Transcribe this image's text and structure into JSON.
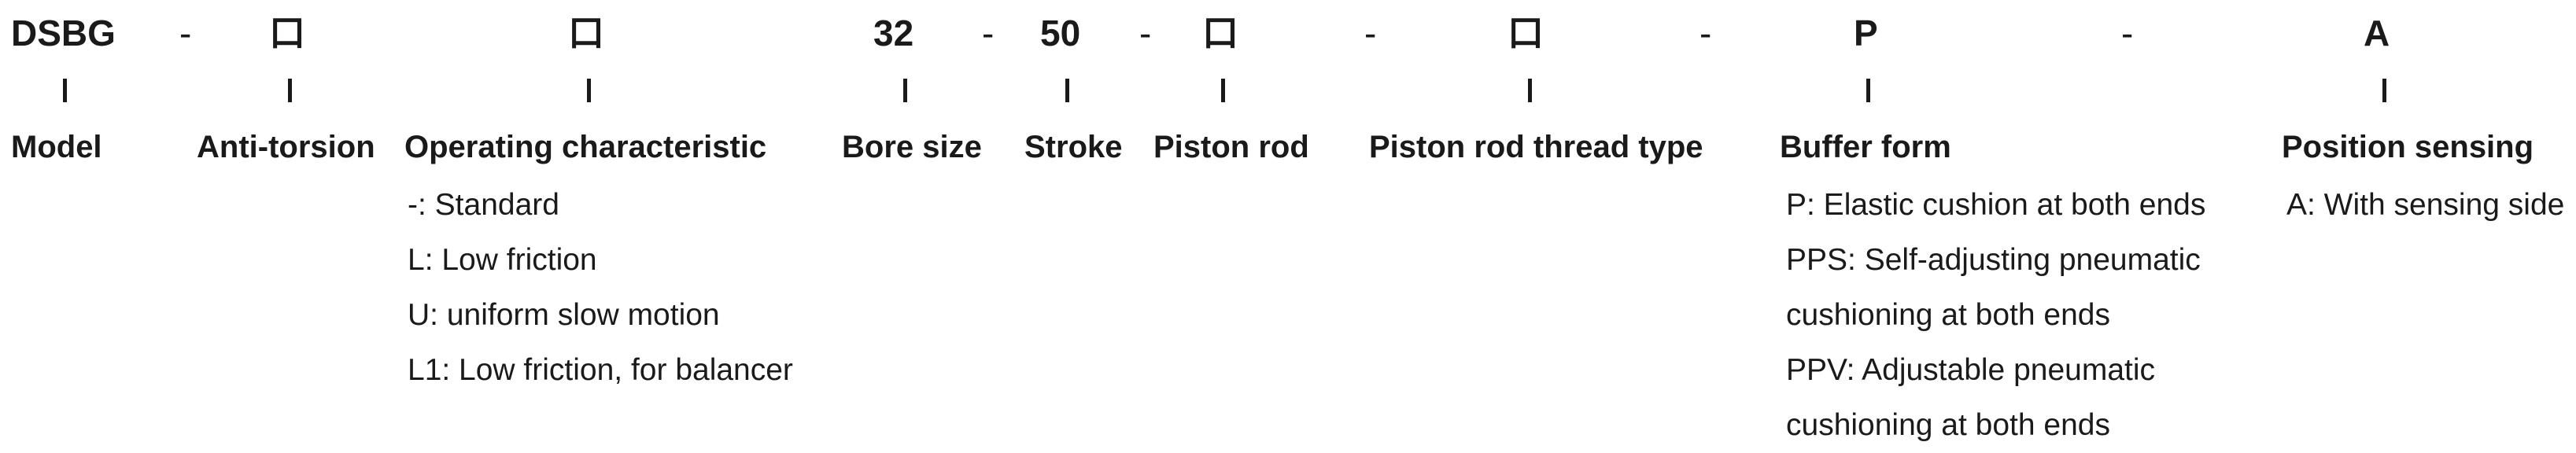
{
  "code": {
    "model": "DSBG",
    "anti_torsion": "口",
    "operating_characteristic": "口",
    "bore_size": "32",
    "stroke": "50",
    "piston_rod": "口",
    "piston_rod_thread_type": "口",
    "buffer_form": "P",
    "position_sensing": "A",
    "separator": "-"
  },
  "labels": {
    "model": "Model",
    "anti_torsion": "Anti-torsion",
    "operating_characteristic": "Operating characteristic",
    "bore_size": "Bore size",
    "stroke": "Stroke",
    "piston_rod": "Piston rod",
    "piston_rod_thread_type": "Piston rod thread type",
    "buffer_form": "Buffer form",
    "position_sensing": "Position sensing"
  },
  "options": {
    "operating_characteristic": [
      "-: Standard",
      "L: Low friction",
      "U: uniform slow motion",
      "L1: Low friction, for balancer"
    ],
    "buffer_form": [
      "P: Elastic cushion at both ends",
      "PPS: Self-adjusting pneumatic cushioning at both ends",
      "PPV: Adjustable pneumatic cushioning at both ends"
    ],
    "position_sensing": [
      "A: With sensing side"
    ]
  }
}
